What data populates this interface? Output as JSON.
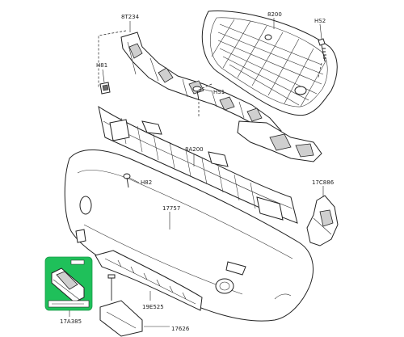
{
  "diagram": {
    "labels": {
      "p8t234": "8T234",
      "p8200": "8200",
      "hs2": "HS2",
      "h81": "H81",
      "hs1": "HS1",
      "p8a200": "8A200",
      "h82": "H82",
      "p17c886": "17C886",
      "p17757": "17757",
      "p19e525": "19E525",
      "p17a385": "17A385",
      "p17626": "17626"
    },
    "colors": {
      "highlight": "#1fc05a",
      "line": "#222222",
      "fill": "#ffffff"
    }
  }
}
